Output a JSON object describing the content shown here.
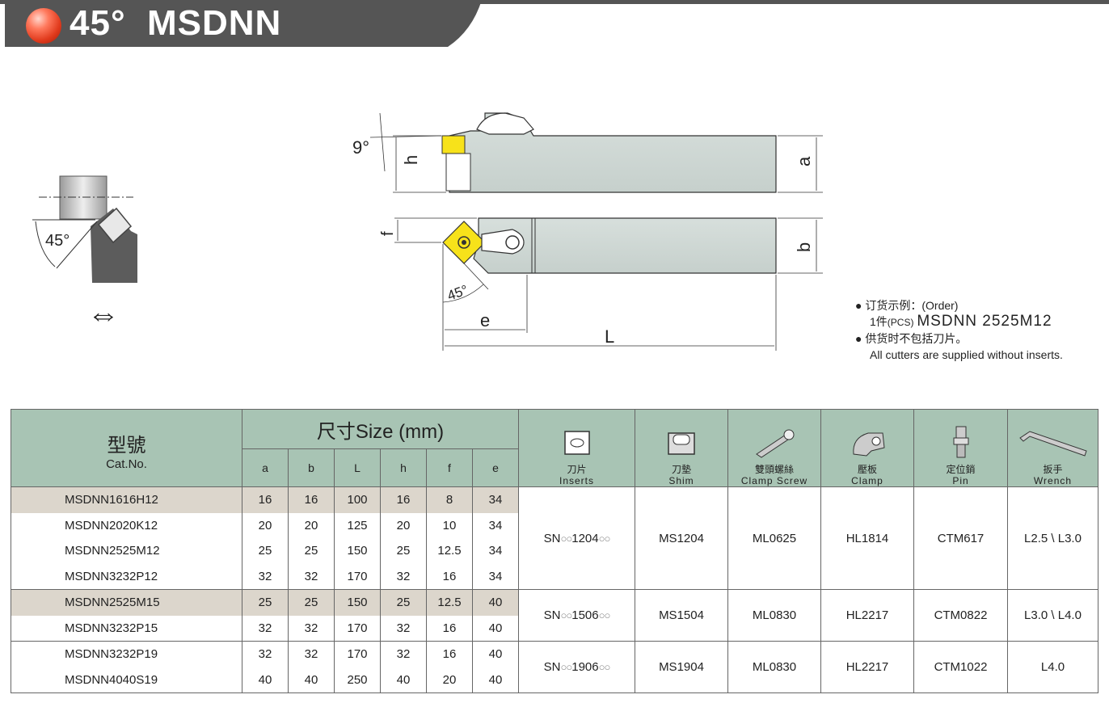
{
  "header": {
    "title": "45°  MSDNN"
  },
  "drawing": {
    "angle_side": "45°",
    "angle_top": "9°",
    "angle_bottom": "45°",
    "dim_h": "h",
    "dim_a": "a",
    "dim_f": "f",
    "dim_b": "b",
    "dim_e": "e",
    "dim_L": "L",
    "arrow": "⇔"
  },
  "notes": {
    "bullet": "●",
    "order_label": "订货示例：(Order)",
    "order_qty": "1件",
    "order_pcs": "(PCS)",
    "order_code": "MSDNN 2525M12",
    "no_insert_cn": "供货时不包括刀片。",
    "no_insert_en": "All cutters are supplied without inserts."
  },
  "table": {
    "cat_cn": "型號",
    "cat_en": "Cat.No.",
    "size_label": "尺寸Size (mm)",
    "dim_headers": [
      "a",
      "b",
      "L",
      "h",
      "f",
      "e"
    ],
    "accessories": [
      {
        "icon": "insert-icon",
        "cn": "刀片",
        "en": "Inserts"
      },
      {
        "icon": "shim-icon",
        "cn": "刀墊",
        "en": "Shim"
      },
      {
        "icon": "clamp-screw-icon",
        "cn": "雙頭螺絲",
        "en": "Clamp Screw"
      },
      {
        "icon": "clamp-icon",
        "cn": "壓板",
        "en": "Clamp"
      },
      {
        "icon": "pin-icon",
        "cn": "定位銷",
        "en": "Pin"
      },
      {
        "icon": "wrench-icon",
        "cn": "扳手",
        "en": "Wrench"
      }
    ],
    "rows": [
      {
        "cat": "MSDNN1616H12",
        "a": "16",
        "b": "16",
        "L": "100",
        "h": "16",
        "f": "8",
        "e": "34"
      },
      {
        "cat": "MSDNN2020K12",
        "a": "20",
        "b": "20",
        "L": "125",
        "h": "20",
        "f": "10",
        "e": "34"
      },
      {
        "cat": "MSDNN2525M12",
        "a": "25",
        "b": "25",
        "L": "150",
        "h": "25",
        "f": "12.5",
        "e": "34"
      },
      {
        "cat": "MSDNN3232P12",
        "a": "32",
        "b": "32",
        "L": "170",
        "h": "32",
        "f": "16",
        "e": "34"
      },
      {
        "cat": "MSDNN2525M15",
        "a": "25",
        "b": "25",
        "L": "150",
        "h": "25",
        "f": "12.5",
        "e": "40"
      },
      {
        "cat": "MSDNN3232P15",
        "a": "32",
        "b": "32",
        "L": "170",
        "h": "32",
        "f": "16",
        "e": "40"
      },
      {
        "cat": "MSDNN3232P19",
        "a": "32",
        "b": "32",
        "L": "170",
        "h": "32",
        "f": "16",
        "e": "40"
      },
      {
        "cat": "MSDNN4040S19",
        "a": "40",
        "b": "40",
        "L": "250",
        "h": "40",
        "f": "20",
        "e": "40"
      }
    ],
    "groups": [
      {
        "insert_prefix": "SN",
        "insert_mid": "1204",
        "insert_mark": "○○",
        "shim": "MS1204",
        "screw": "ML0625",
        "clamp": "HL1814",
        "pin": "CTM617",
        "wrench": "L2.5 \\ L3.0"
      },
      {
        "insert_prefix": "SN",
        "insert_mid": "1506",
        "insert_mark": "○○",
        "shim": "MS1504",
        "screw": "ML0830",
        "clamp": "HL2217",
        "pin": "CTM0822",
        "wrench": "L3.0 \\ L4.0"
      },
      {
        "insert_prefix": "SN",
        "insert_mid": "1906",
        "insert_mark": "○○",
        "shim": "MS1904",
        "screw": "ML0830",
        "clamp": "HL2217",
        "pin": "CTM1022",
        "wrench": "L4.0"
      }
    ]
  }
}
